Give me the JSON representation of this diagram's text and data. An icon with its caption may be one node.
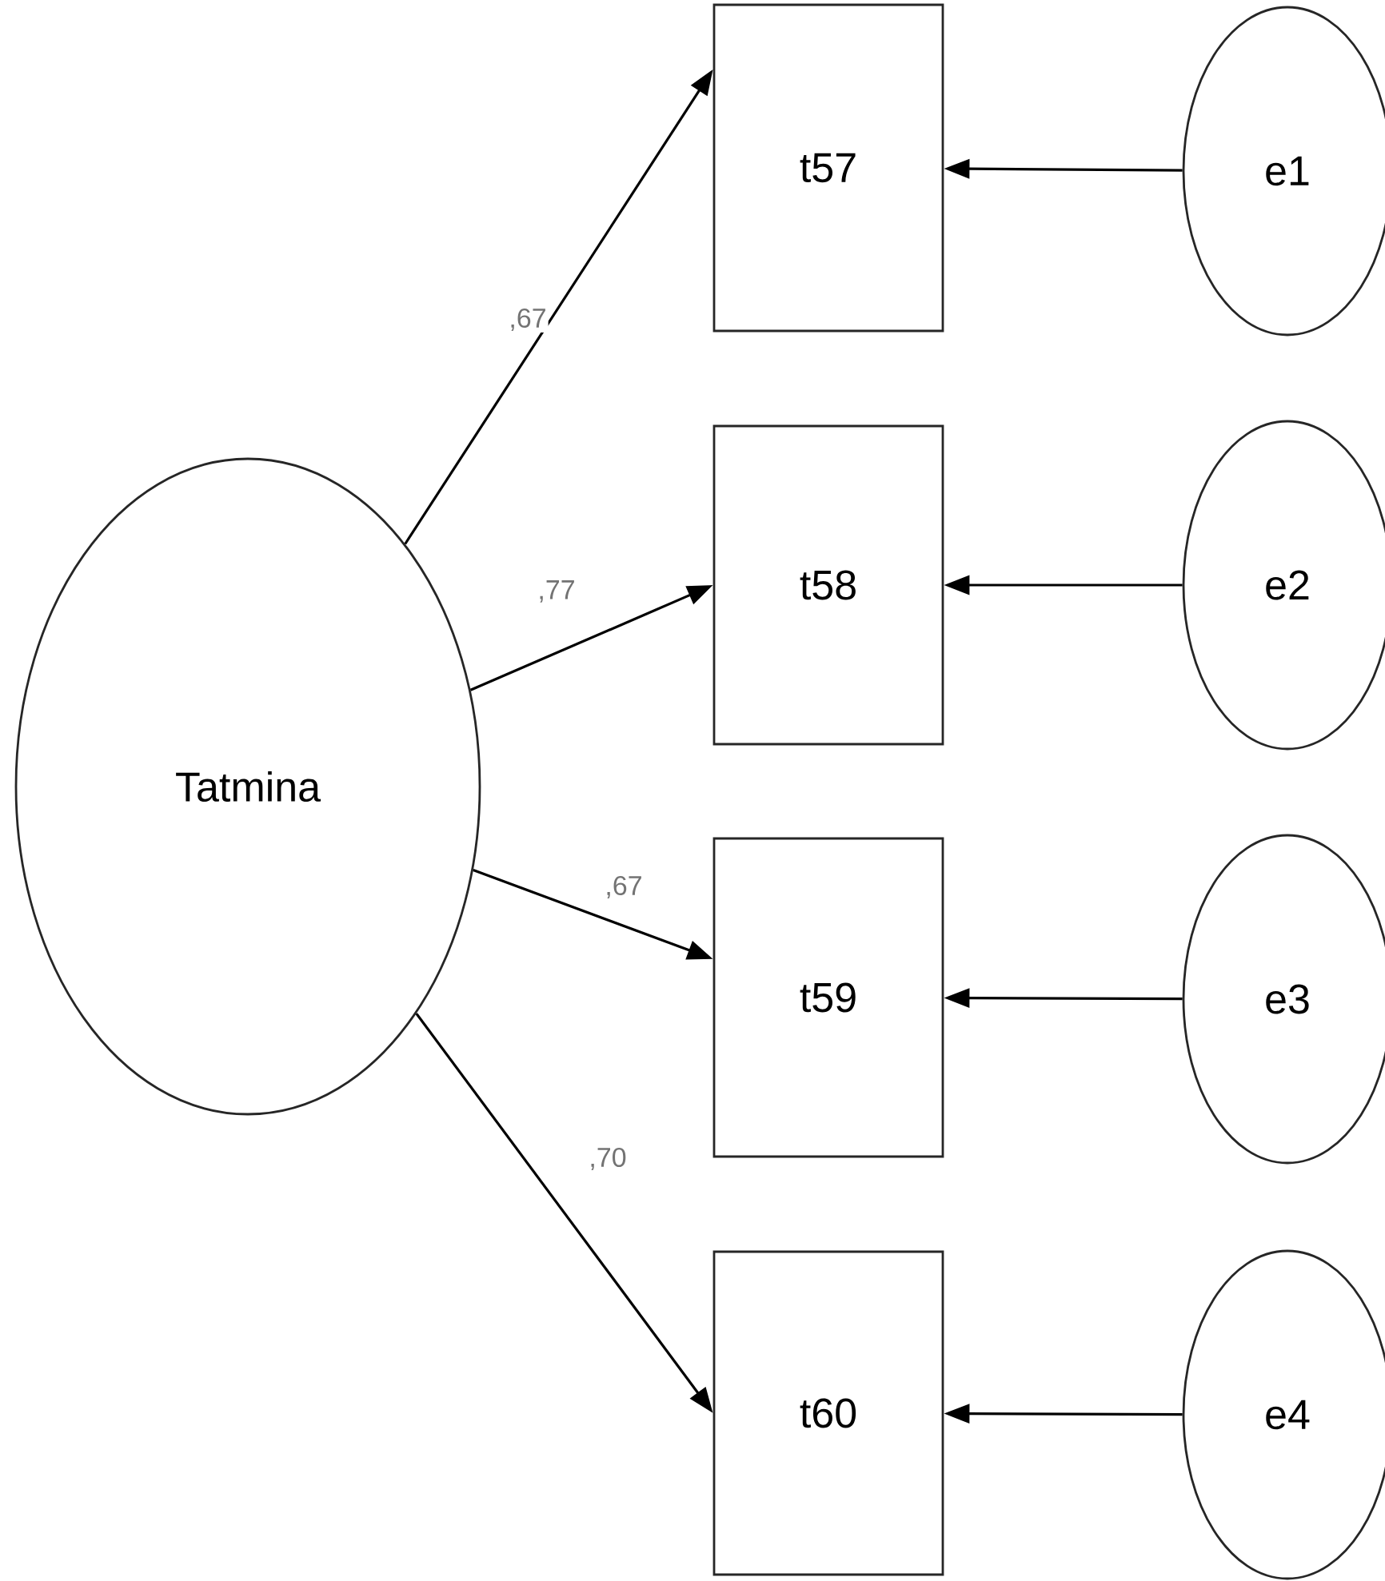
{
  "diagram": {
    "nodes": [
      {
        "text": [
          "Tatmina"
        ]
      },
      {
        "text": [
          "t57"
        ]
      },
      {
        "text": [
          "t58"
        ]
      },
      {
        "text": [
          "t59"
        ]
      },
      {
        "text": [
          "t60"
        ]
      },
      {
        "text": [
          "e1"
        ]
      },
      {
        "text": [
          "e2"
        ]
      },
      {
        "text": [
          "e3"
        ]
      },
      {
        "text": [
          "e4"
        ]
      }
    ],
    "edges": [
      {
        "from": 0,
        "to": 1,
        "arrow": "to",
        "label": ",67"
      },
      {
        "from": 0,
        "to": 2,
        "arrow": "to",
        "label": ",77"
      },
      {
        "from": 0,
        "to": 3,
        "arrow": "to",
        "label": ",67"
      },
      {
        "from": 0,
        "to": 4,
        "arrow": "to",
        "label": ",70"
      },
      {
        "from": 5,
        "to": 1,
        "arrow": "to"
      },
      {
        "from": 6,
        "to": 2,
        "arrow": "to"
      },
      {
        "from": 7,
        "to": 3,
        "arrow": "to"
      },
      {
        "from": 8,
        "to": 4,
        "arrow": "to"
      }
    ]
  }
}
